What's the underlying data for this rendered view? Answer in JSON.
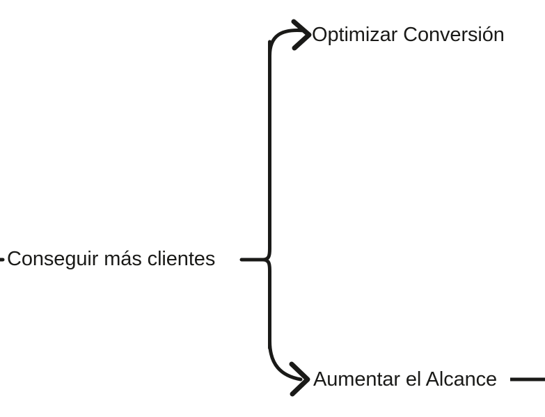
{
  "diagram": {
    "type": "mind-map-branch",
    "title": "Conseguir mas clientes branch",
    "background_color": "#ffffff",
    "stroke_color": "#1a1a18",
    "text_color": "#1a1a18",
    "stroke_width": 5,
    "root": {
      "label": "Conseguir más clientes",
      "incoming_connector": "clipped-left-edge"
    },
    "branches": [
      {
        "id": "branch-top",
        "label": "Optimizar Conversión",
        "connector": "curved-arrow",
        "direction": "up-right",
        "arrowhead": true
      },
      {
        "id": "branch-bottom",
        "label": "Aumentar el Alcance",
        "connector": "curved-arrow",
        "direction": "down-right",
        "arrowhead": true,
        "trailing_line": "continues-off-right-edge"
      }
    ],
    "connector_style": {
      "splitter": "brace",
      "line_cap": "round",
      "fill": "none"
    }
  }
}
